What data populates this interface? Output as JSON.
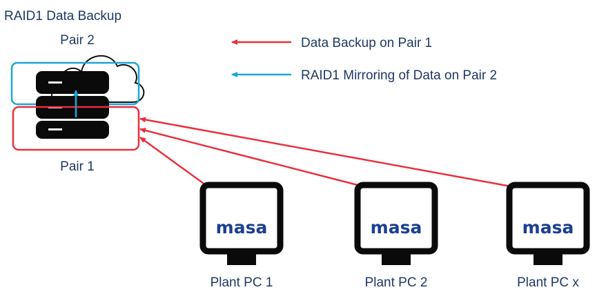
{
  "title": "RAID1 Data Backup",
  "pairs": {
    "top": {
      "label": "Pair 2"
    },
    "bottom": {
      "label": "Pair 1"
    }
  },
  "legend": [
    {
      "label": "Data Backup on Pair 1",
      "color": "#e8303a"
    },
    {
      "label": "RAID1 Mirroring of Data on Pair 2",
      "color": "#19a7d9"
    }
  ],
  "colors": {
    "text": "#1f3864",
    "logo": "#1a3f94",
    "backup_arrow": "#e8303a",
    "mirror_arrow": "#19a7d9",
    "device": "#0a0a0a"
  },
  "icons": {
    "server": "server-stack-icon",
    "cloud": "cloud-icon",
    "monitor": "monitor-icon"
  },
  "pcs": [
    {
      "label": "Plant PC 1",
      "logo": "masa"
    },
    {
      "label": "Plant PC 2",
      "logo": "masa"
    },
    {
      "label": "Plant PC x",
      "logo": "masa"
    }
  ]
}
